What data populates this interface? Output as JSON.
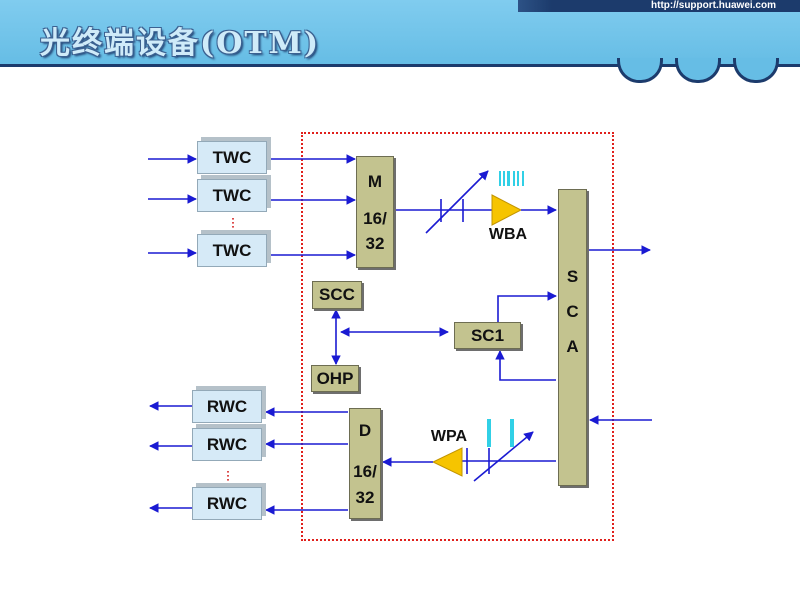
{
  "header": {
    "url": "http://support.huawei.com",
    "title": "光终端设备(OTM)"
  },
  "diagram": {
    "transponders_tx": [
      "TWC",
      "TWC",
      "TWC"
    ],
    "transponders_rx": [
      "RWC",
      "RWC",
      "RWC"
    ],
    "mux": {
      "label": "M",
      "ratio": [
        "16/",
        "32"
      ]
    },
    "demux": {
      "label": "D",
      "ratio": [
        "16/",
        "32"
      ]
    },
    "booster_amp": "WBA",
    "pre_amp": "WPA",
    "sca": [
      "S",
      "C",
      "A"
    ],
    "scc": "SCC",
    "ohp": "OHP",
    "sc1": "SC1"
  },
  "colors": {
    "header_band": "#66bde5",
    "header_bar": "#1c3b6c",
    "signal_line": "#1a1ad2",
    "module_fill": "#c3c38f",
    "transponder_fill": "#d6eaf7",
    "amplifier_fill": "#f6c400",
    "boundary": "#e0201c",
    "cyan_marker": "#31d0e6",
    "dots": "#d42020"
  }
}
